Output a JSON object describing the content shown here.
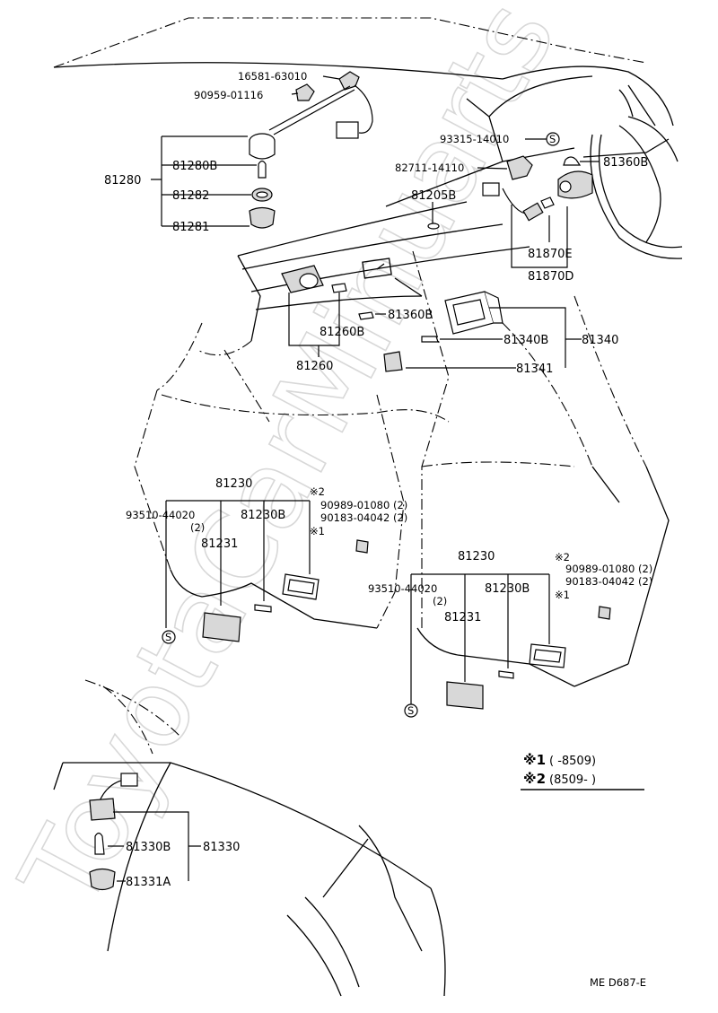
{
  "watermark": "ToyotaCarMinuarts",
  "drawing_code": "ME  D687-E",
  "labels": {
    "p16581": "16581-63010",
    "p90959": "90959-01116",
    "p81280": "81280",
    "p81280B": "81280B",
    "p81282": "81282",
    "p81281": "81281",
    "p93315": "93315-14010",
    "p82711": "82711-14110",
    "p81360B_top": "81360B",
    "p81205B": "81205B",
    "p81870E": "81870E",
    "p81870D": "81870D",
    "p81360B_mid": "81360B",
    "p81260B": "81260B",
    "p81260": "81260",
    "p81340B": "81340B",
    "p81340": "81340",
    "p81341": "81341",
    "l_81230": "81230",
    "l_93510": "93510-44020",
    "l_q2": "(2)",
    "l_81230B": "81230B",
    "l_81231": "81231",
    "l_note2": "※2",
    "l_90989": "90989-01080 (2)",
    "l_90183": "90183-04042 (2)",
    "l_note1": "※1",
    "r_81230": "81230",
    "r_note2": "※2",
    "r_90989": "90989-01080 (2)",
    "r_90183": "90183-04042 (2)",
    "r_93510": "93510-44020",
    "r_81230B": "81230B",
    "r_q2": "(2)",
    "r_note1": "※1",
    "r_81231": "81231",
    "p81330B": "81330B",
    "p81330": "81330",
    "p81331A": "81331A",
    "s_symbol": "S"
  },
  "legend": {
    "row1_mark": "※1",
    "row1_text": "(       -8509)",
    "row2_mark": "※2",
    "row2_text": "(8509-        )"
  }
}
